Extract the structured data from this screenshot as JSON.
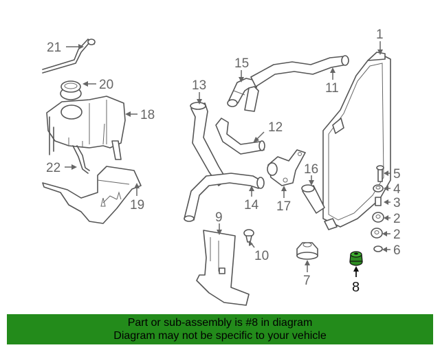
{
  "diagram": {
    "callouts": {
      "p1": "1",
      "p2a": "2",
      "p2b": "2",
      "p3": "3",
      "p4": "4",
      "p5": "5",
      "p6": "6",
      "p7": "7",
      "p8": "8",
      "p9": "9",
      "p10": "10",
      "p11": "11",
      "p12": "12",
      "p13": "13",
      "p14": "14",
      "p15": "15",
      "p16": "16",
      "p17": "17",
      "p18": "18",
      "p19": "19",
      "p20": "20",
      "p21": "21",
      "p22": "22"
    },
    "highlighted_part": "8",
    "highlight_color": "#2e8b23"
  },
  "footer": {
    "line1": "Part or sub-assembly is #8 in diagram",
    "line2": "Diagram may not be specific to your vehicle",
    "background_color": "#238b1b"
  }
}
